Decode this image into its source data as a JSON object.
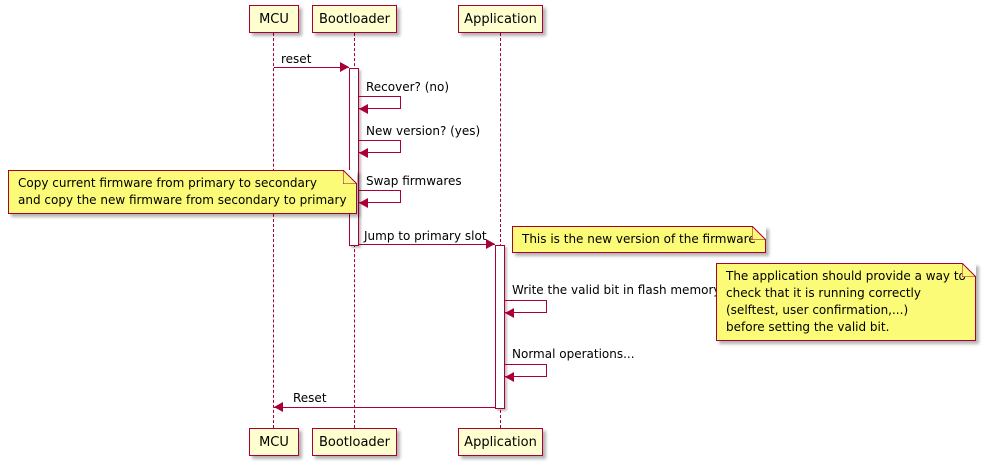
{
  "participants": {
    "mcu": "MCU",
    "bootloader": "Bootloader",
    "application": "Application"
  },
  "messages": {
    "reset": "reset",
    "recover": "Recover? (no)",
    "new_version": "New version? (yes)",
    "swap": "Swap firmwares",
    "jump": "Jump to primary slot",
    "write_valid": "Write the valid bit in flash memory",
    "normal_ops": "Normal operations...",
    "reset_back": "Reset"
  },
  "notes": {
    "copy": {
      "line1": "Copy current firmware from primary to secondary",
      "line2": "and copy the new firmware from secondary to primary"
    },
    "new_fw": "This is the new version of the firmware",
    "valid_bit": {
      "line1": "The application should provide a way to",
      "line2": "check that it is running correctly",
      "line3": "(selftest, user confirmation,...)",
      "line4": "before setting the valid bit."
    }
  },
  "colors": {
    "participant_fill": "#FEFECE",
    "note_fill": "#FBFB77",
    "border": "#A80036",
    "arrow": "#A80036",
    "lifeline": "#A80036"
  }
}
